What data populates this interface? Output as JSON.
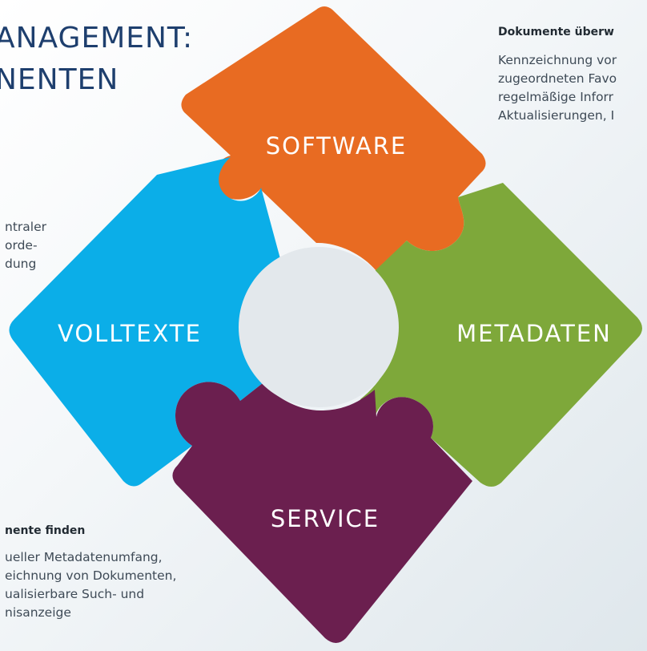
{
  "title": {
    "line1": "ANAGEMENT:",
    "line2": "NENTEN"
  },
  "left_text": {
    "line1": "ntraler",
    "line2": "orde-",
    "line3": "dung"
  },
  "top_right": {
    "heading": "Dokumente überw",
    "line1": "Kennzeichnung vor",
    "line2": "zugeordneten Favo",
    "line3": "regelmäßige Inforr",
    "line4": "Aktualisierungen, I"
  },
  "bottom_left": {
    "heading": "nente finden",
    "line1": "ueller Metadatenumfang,",
    "line2": "eichnung von Dokumenten,",
    "line3": "ualisierbare Such- und",
    "line4": "nisanzeige"
  },
  "pieces": {
    "software": {
      "label": "SOFTWARE",
      "color": "#e86b22"
    },
    "volltexte": {
      "label": "VOLLTEXTE",
      "color": "#0baee8"
    },
    "metadaten": {
      "label": "METADATEN",
      "color": "#7ea83a"
    },
    "service": {
      "label": "SERVICE",
      "color": "#6b1f4f"
    }
  },
  "center_color": "#e3e8ec"
}
